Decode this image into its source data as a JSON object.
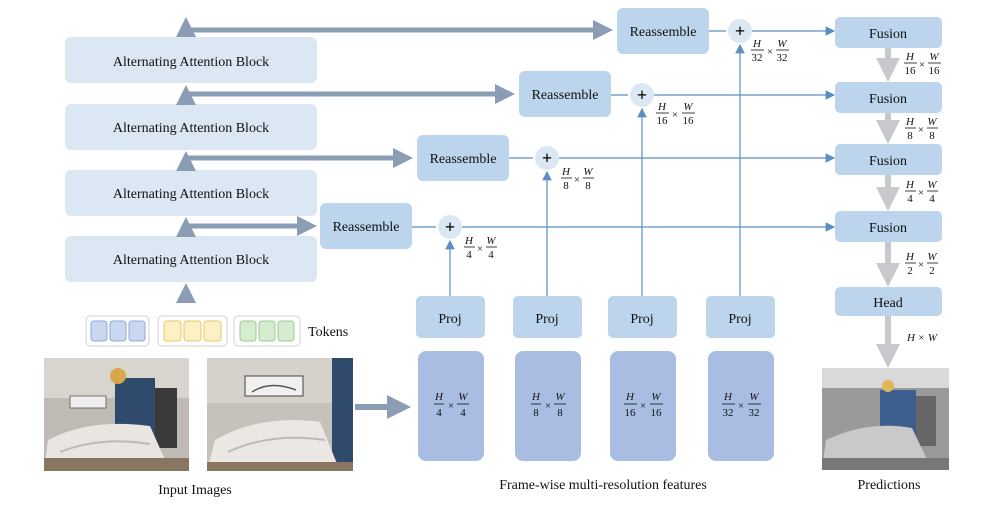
{
  "blocks": {
    "attention_label": "Alternating Attention Block",
    "reassemble_label": "Reassemble",
    "fusion_label": "Fusion",
    "head_label": "Head",
    "proj_label": "Proj",
    "plus": "+"
  },
  "tokens_label": "Tokens",
  "token_colors": [
    "#c9d8f0",
    "#fdf0c4",
    "#d6ecd0"
  ],
  "token_borders": [
    "#8ea9d8",
    "#e8c766",
    "#9ccc90"
  ],
  "captions": {
    "input": "Input Images",
    "features": "Frame-wise multi-resolution features",
    "predictions": "Predictions"
  },
  "fractions": {
    "f4": {
      "num": "H",
      "den": "4",
      "num2": "W",
      "den2": "4"
    },
    "f8": {
      "num": "H",
      "den": "8",
      "num2": "W",
      "den2": "8"
    },
    "f16": {
      "num": "H",
      "den": "16",
      "num2": "W",
      "den2": "16"
    },
    "f32": {
      "num": "H",
      "den": "32",
      "num2": "W",
      "den2": "32"
    },
    "f2": {
      "num": "H",
      "den": "2",
      "num2": "W",
      "den2": "2"
    },
    "times": "×"
  },
  "hw_label": "H × W"
}
